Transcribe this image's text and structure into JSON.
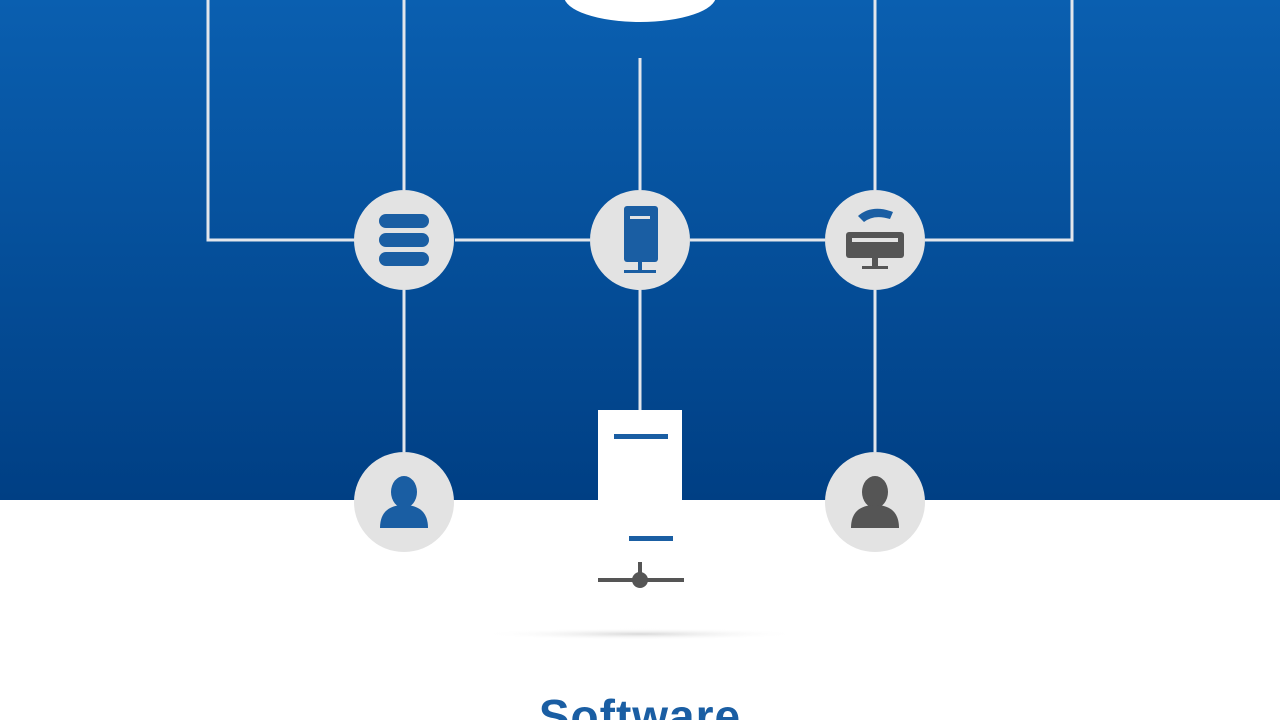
{
  "colors": {
    "band_top": "#0a5fb0",
    "band_bottom": "#003f84",
    "background": "#ffffff",
    "line": "#e2e6ec",
    "node_fill": "#e3e3e3",
    "icon_blue": "#1a5ea3",
    "icon_dark": "#555555",
    "server_tower": "#ffffff",
    "caption": "#1a5ea3"
  },
  "diagram": {
    "nodes": [
      {
        "id": "database",
        "icon": "database-icon"
      },
      {
        "id": "server",
        "icon": "server-icon"
      },
      {
        "id": "workstation",
        "icon": "workstation-icon"
      },
      {
        "id": "user-left",
        "icon": "user-icon"
      },
      {
        "id": "user-right",
        "icon": "user-icon"
      },
      {
        "id": "network-tower",
        "icon": "server-tower-icon"
      },
      {
        "id": "cloud",
        "icon": "cloud-icon"
      }
    ]
  },
  "caption": {
    "text": "Software"
  }
}
